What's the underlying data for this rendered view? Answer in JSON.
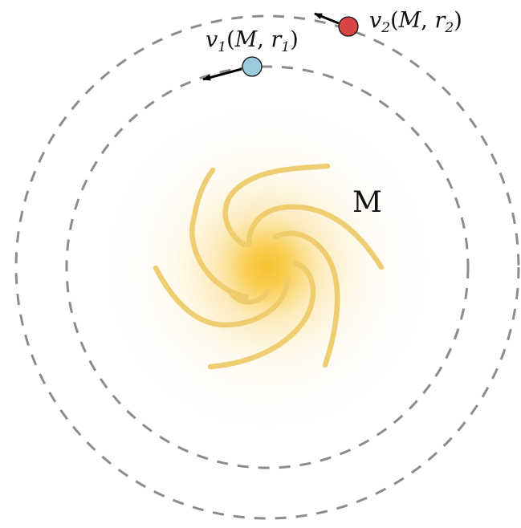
{
  "labels": {
    "mass": "M",
    "star1": {
      "symbol": "v",
      "index": "1",
      "open": "(",
      "mass_arg": "M",
      "sep": ", ",
      "radius_symbol": "r",
      "radius_index": "1",
      "close": ")"
    },
    "star2": {
      "symbol": "v",
      "index": "2",
      "open": "(",
      "mass_arg": "M",
      "sep": ", ",
      "radius_symbol": "r",
      "radius_index": "2",
      "close": ")"
    }
  },
  "colors": {
    "orbit": "#8c8c8c",
    "galaxy_core": "#f5c030",
    "galaxy_arm": "#eecb68",
    "star1": "#9ccbde",
    "star2": "#d94545",
    "arrow": "#000000"
  }
}
